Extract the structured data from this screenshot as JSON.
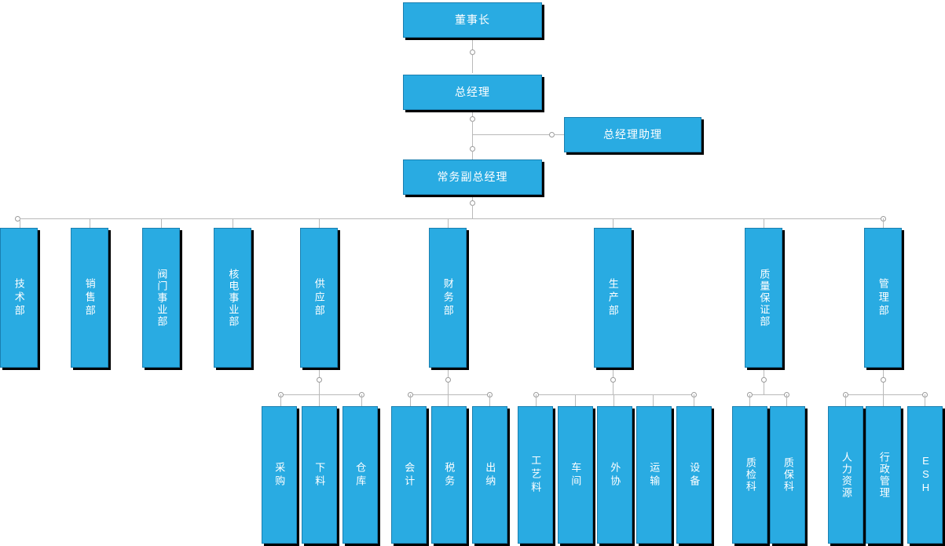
{
  "chart_title": "",
  "theme": {
    "node_fill": "#29ABE2",
    "node_border": "#1a7fb0",
    "node_shadow": "#000000",
    "label_color": "#ffffff",
    "connector_color": "#b9b9b9",
    "background": "#ffffff"
  },
  "nodes": {
    "chairman": "董事长",
    "general_manager": "总经理",
    "gm_assistant": "总经理助理",
    "executive_vp": "常务副总经理",
    "dept_tech": "技术部",
    "dept_sales": "销售部",
    "dept_valve": "阀门事业部",
    "dept_nuclear": "核电事业部",
    "dept_supply": "供应部",
    "dept_finance": "财务部",
    "dept_production": "生产部",
    "dept_quality": "质量保证部",
    "dept_admin": "管理部",
    "sub_purchase": "采购",
    "sub_cutting": "下料",
    "sub_warehouse": "仓库",
    "sub_accounting": "会计",
    "sub_tax": "税务",
    "sub_cashier": "出纳",
    "sub_process": "工艺料",
    "sub_workshop": "车间",
    "sub_outsourcing": "外协",
    "sub_transport": "运输",
    "sub_equipment": "设备",
    "sub_inspection": "质检科",
    "sub_assurance": "质保科",
    "sub_hr": "人力资源",
    "sub_administration": "行政管理",
    "sub_esh": "ESH"
  }
}
